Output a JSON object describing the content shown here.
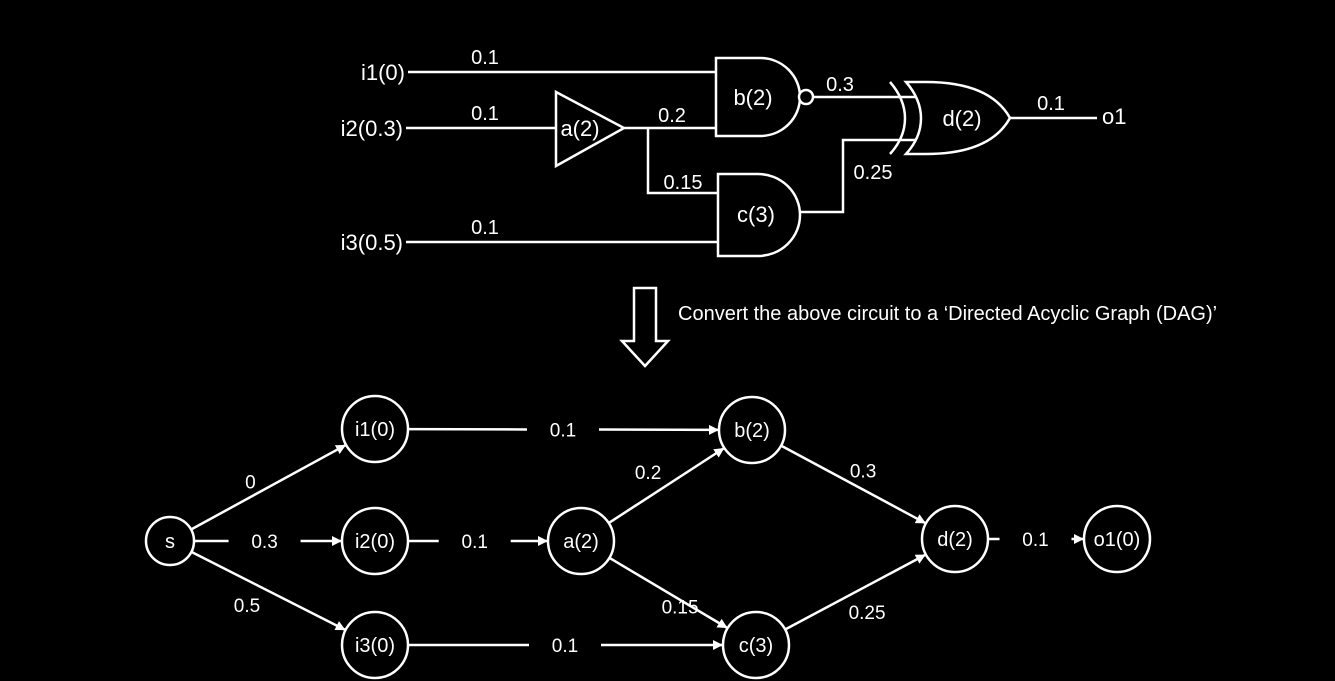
{
  "circuit": {
    "inputs": [
      {
        "id": "i1",
        "label": "i1(0)"
      },
      {
        "id": "i2",
        "label": "i2(0.3)"
      },
      {
        "id": "i3",
        "label": "i3(0.5)"
      }
    ],
    "output": {
      "id": "o1",
      "label": "o1"
    },
    "gates": [
      {
        "id": "a",
        "label": "a(2)",
        "kind": "buffer"
      },
      {
        "id": "b",
        "label": "b(2)",
        "kind": "nand"
      },
      {
        "id": "c",
        "label": "c(3)",
        "kind": "and"
      },
      {
        "id": "d",
        "label": "d(2)",
        "kind": "or"
      }
    ],
    "wire_delays": {
      "i1_b": "0.1",
      "i2_a": "0.1",
      "a_b": "0.2",
      "a_c": "0.15",
      "i3_c": "0.1",
      "b_d": "0.3",
      "c_d": "0.25",
      "d_o1": "0.1"
    }
  },
  "conversion": {
    "caption": "Convert the above circuit to a ‘Directed Acyclic Graph (DAG)’",
    "icon": "down-arrow-icon"
  },
  "dag": {
    "nodes": [
      {
        "id": "s",
        "label": "s"
      },
      {
        "id": "i1",
        "label": "i1(0)"
      },
      {
        "id": "i2",
        "label": "i2(0)"
      },
      {
        "id": "i3",
        "label": "i3(0)"
      },
      {
        "id": "a",
        "label": "a(2)"
      },
      {
        "id": "b",
        "label": "b(2)"
      },
      {
        "id": "c",
        "label": "c(3)"
      },
      {
        "id": "d",
        "label": "d(2)"
      },
      {
        "id": "o1",
        "label": "o1(0)"
      }
    ],
    "edges": [
      {
        "from": "s",
        "to": "i1",
        "weight": "0"
      },
      {
        "from": "s",
        "to": "i2",
        "weight": "0.3"
      },
      {
        "from": "s",
        "to": "i3",
        "weight": "0.5"
      },
      {
        "from": "i1",
        "to": "b",
        "weight": "0.1"
      },
      {
        "from": "i2",
        "to": "a",
        "weight": "0.1"
      },
      {
        "from": "i3",
        "to": "c",
        "weight": "0.1"
      },
      {
        "from": "a",
        "to": "b",
        "weight": "0.2"
      },
      {
        "from": "a",
        "to": "c",
        "weight": "0.15"
      },
      {
        "from": "b",
        "to": "d",
        "weight": "0.3"
      },
      {
        "from": "c",
        "to": "d",
        "weight": "0.25"
      },
      {
        "from": "d",
        "to": "o1",
        "weight": "0.1"
      }
    ]
  }
}
